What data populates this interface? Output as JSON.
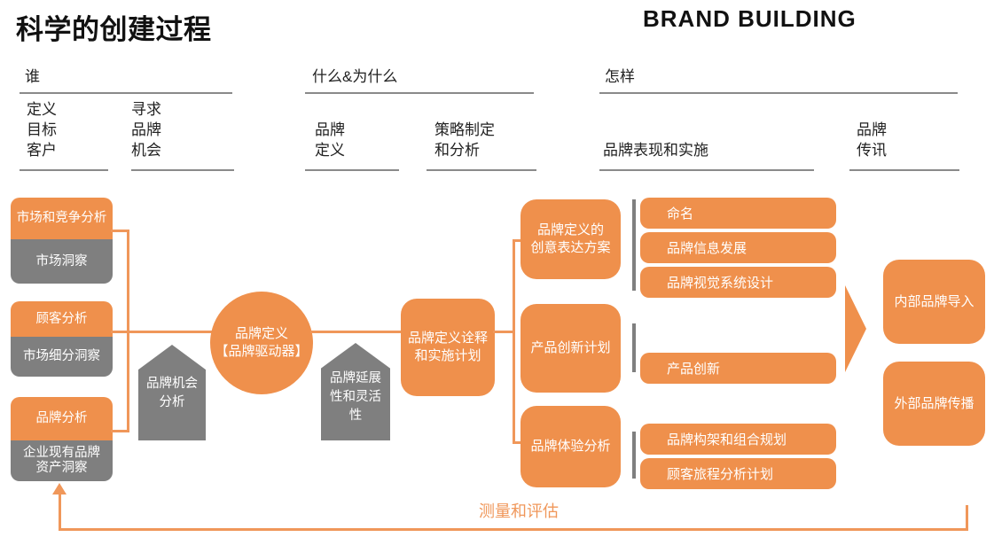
{
  "page": {
    "title": "科学的创建过程",
    "brand_title": "BRAND BUILDING",
    "feedback_label": "测量和评估"
  },
  "colors": {
    "orange": "#EF904C",
    "gray": "#7F7F7F",
    "line": "#F0975A"
  },
  "stages": [
    {
      "label": "谁"
    },
    {
      "label": "什么&为什么"
    },
    {
      "label": "怎样"
    }
  ],
  "phases": [
    {
      "label": "定义\n目标\n客户"
    },
    {
      "label": "寻求\n品牌\n机会"
    },
    {
      "label": "品牌\n定义"
    },
    {
      "label": "策略制定\n和分析"
    },
    {
      "label": "品牌表现和实施"
    },
    {
      "label": "品牌\n传讯"
    }
  ],
  "analysis_cards": [
    {
      "title": "市场和竞争分析",
      "insight": "市场洞察"
    },
    {
      "title": "顾客分析",
      "insight": "市场细分洞察"
    },
    {
      "title": "品牌分析",
      "insight": "企业现有品牌\n资产洞察"
    }
  ],
  "gates": [
    {
      "label": "品牌机会\n分析"
    },
    {
      "label": "品牌延展\n性和灵活\n性"
    }
  ],
  "hub": {
    "label": "品牌定义\n【品牌驱动器】"
  },
  "plan": {
    "label": "品牌定义诠释\n和实施计划"
  },
  "workstreams": [
    {
      "label": "品牌定义的\n创意表达方案",
      "tasks": [
        "命名",
        "品牌信息发展",
        "品牌视觉系统设计"
      ]
    },
    {
      "label": "产品创新计划",
      "tasks": [
        "产品创新"
      ]
    },
    {
      "label": "品牌体验分析",
      "tasks": [
        "品牌构架和组合规划",
        "顾客旅程分析计划"
      ]
    }
  ],
  "outcomes": [
    {
      "label": "内部品牌导入"
    },
    {
      "label": "外部品牌传播"
    }
  ]
}
